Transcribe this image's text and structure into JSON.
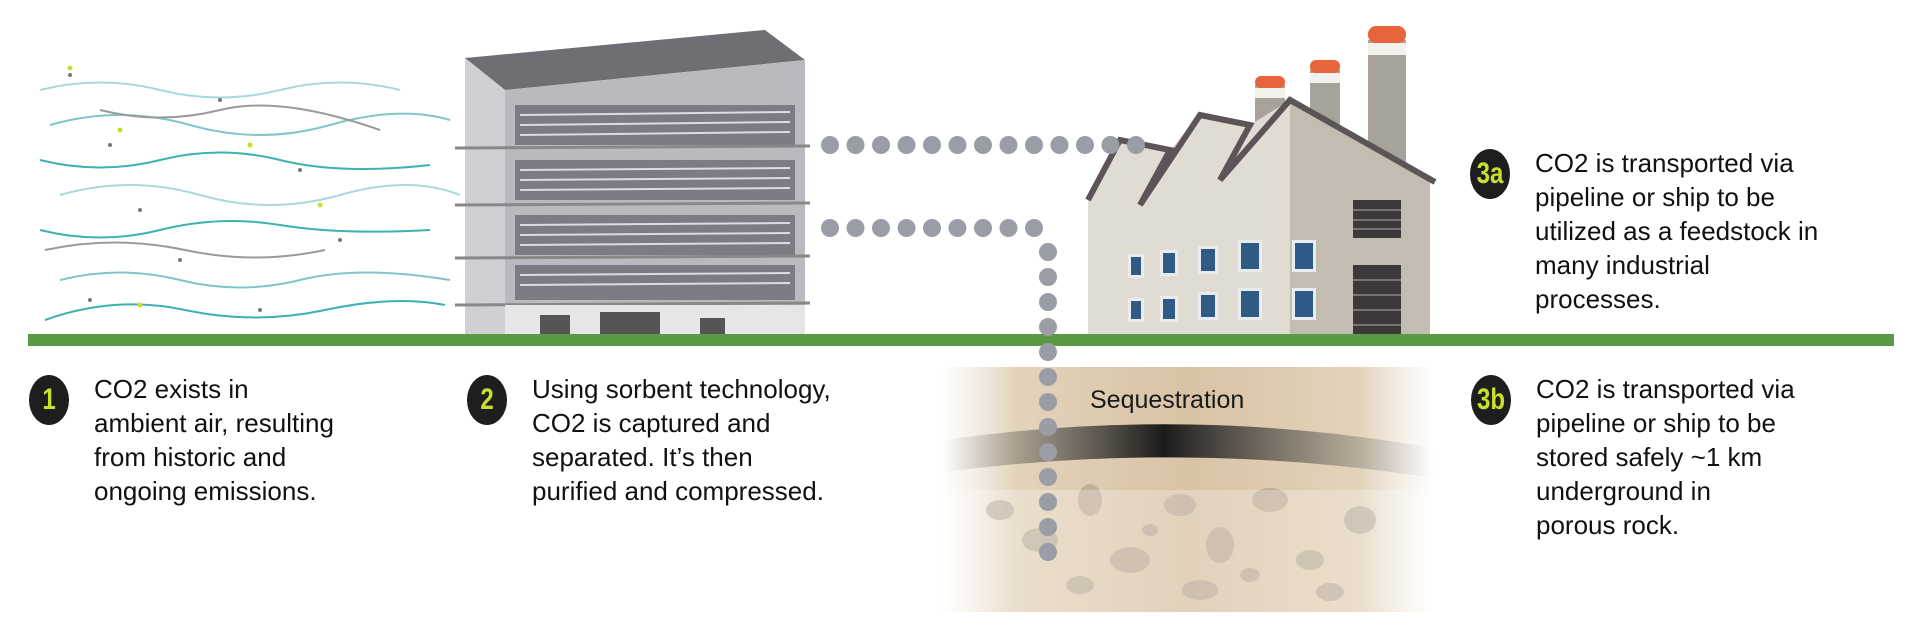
{
  "steps": [
    {
      "badge": "1",
      "lines": [
        "CO2 exists in",
        "ambient air, resulting",
        "from historic and",
        "ongoing emissions."
      ]
    },
    {
      "badge": "2",
      "lines": [
        "Using sorbent technology,",
        "CO2 is captured and",
        "separated. It’s then",
        "purified and compressed."
      ]
    },
    {
      "badge": "3a",
      "lines": [
        "CO2 is transported via",
        "pipeline or ship to be",
        "utilized as a feedstock in",
        "many industrial",
        "processes."
      ]
    },
    {
      "badge": "3b",
      "lines": [
        "CO2 is transported via",
        "pipeline or ship to be",
        "stored safely ~1 km",
        "underground in",
        "porous rock."
      ]
    }
  ],
  "sequestration_label": "Sequestration",
  "colors": {
    "ground": "#5a9a46",
    "badge": "#1e1e1e",
    "badge_text": "#c8e02c",
    "dots": "#9a9ca6",
    "chimney_cap": "#e8643a"
  }
}
